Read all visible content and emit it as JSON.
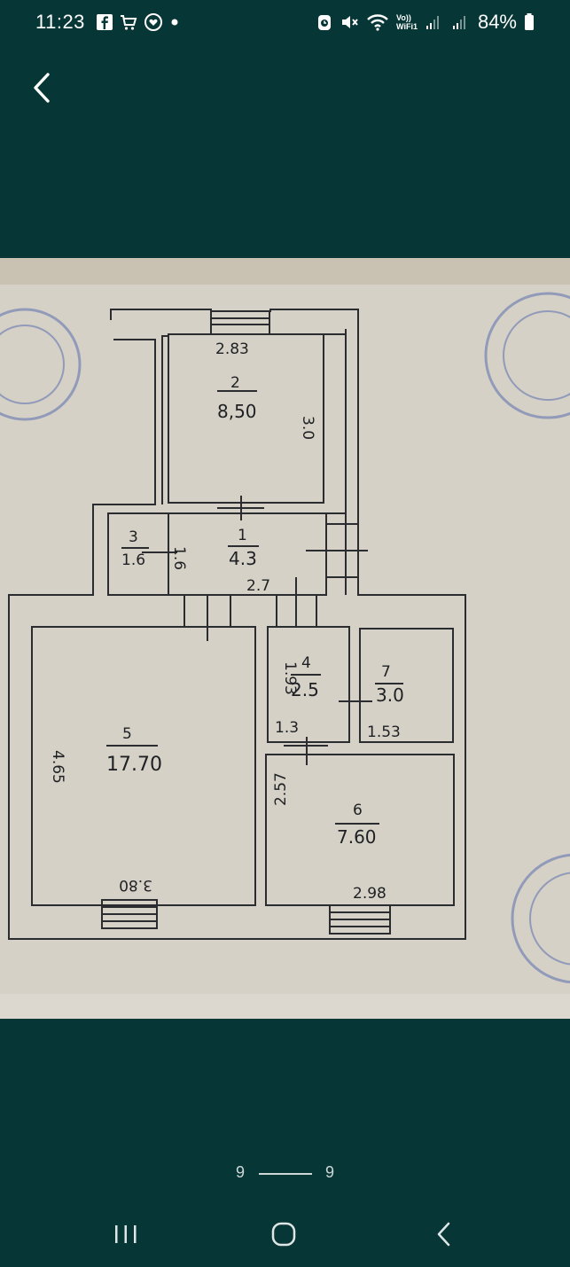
{
  "status_bar": {
    "time": "11:23",
    "left_icons": [
      "facebook-icon",
      "shopping-cart-icon",
      "heart-chat-icon",
      "dot-icon"
    ],
    "right_icons": [
      "alarm-icon",
      "mute-icon",
      "wifi-icon",
      "signal-icon"
    ],
    "vowifi_label_top": "Vo))",
    "vowifi_label_bottom": "WiFi1",
    "battery": "84%"
  },
  "colors": {
    "background": "#073636",
    "paper": "#d6d2c8",
    "ink": "#1e2024",
    "stamp": "#5b6fb0"
  },
  "image": {
    "content": "floor-plan",
    "dimensions": {
      "room_2_width": "2.83",
      "room_2_depth": "3.0",
      "room_1_width": "2.7",
      "room_3_depth": "1.6",
      "room_4_depth": "1.93",
      "room_4_width": "1.3",
      "room_7_width": "1.53",
      "room_5_depth": "4.65",
      "room_5_width": "3.80",
      "room_6_depth": "2.57",
      "room_6_width": "2.98"
    },
    "rooms": [
      {
        "number": "2",
        "area": "8,50"
      },
      {
        "number": "3",
        "area": "1.6"
      },
      {
        "number": "1",
        "area": "4.3"
      },
      {
        "number": "4",
        "area": "2.5"
      },
      {
        "number": "7",
        "area": "3.0"
      },
      {
        "number": "5",
        "area": "17.70"
      },
      {
        "number": "6",
        "area": "7.60"
      }
    ]
  },
  "pager": {
    "current": "9",
    "total": "9"
  },
  "nav_bar": {
    "buttons": [
      "recent-apps",
      "home",
      "back"
    ]
  }
}
